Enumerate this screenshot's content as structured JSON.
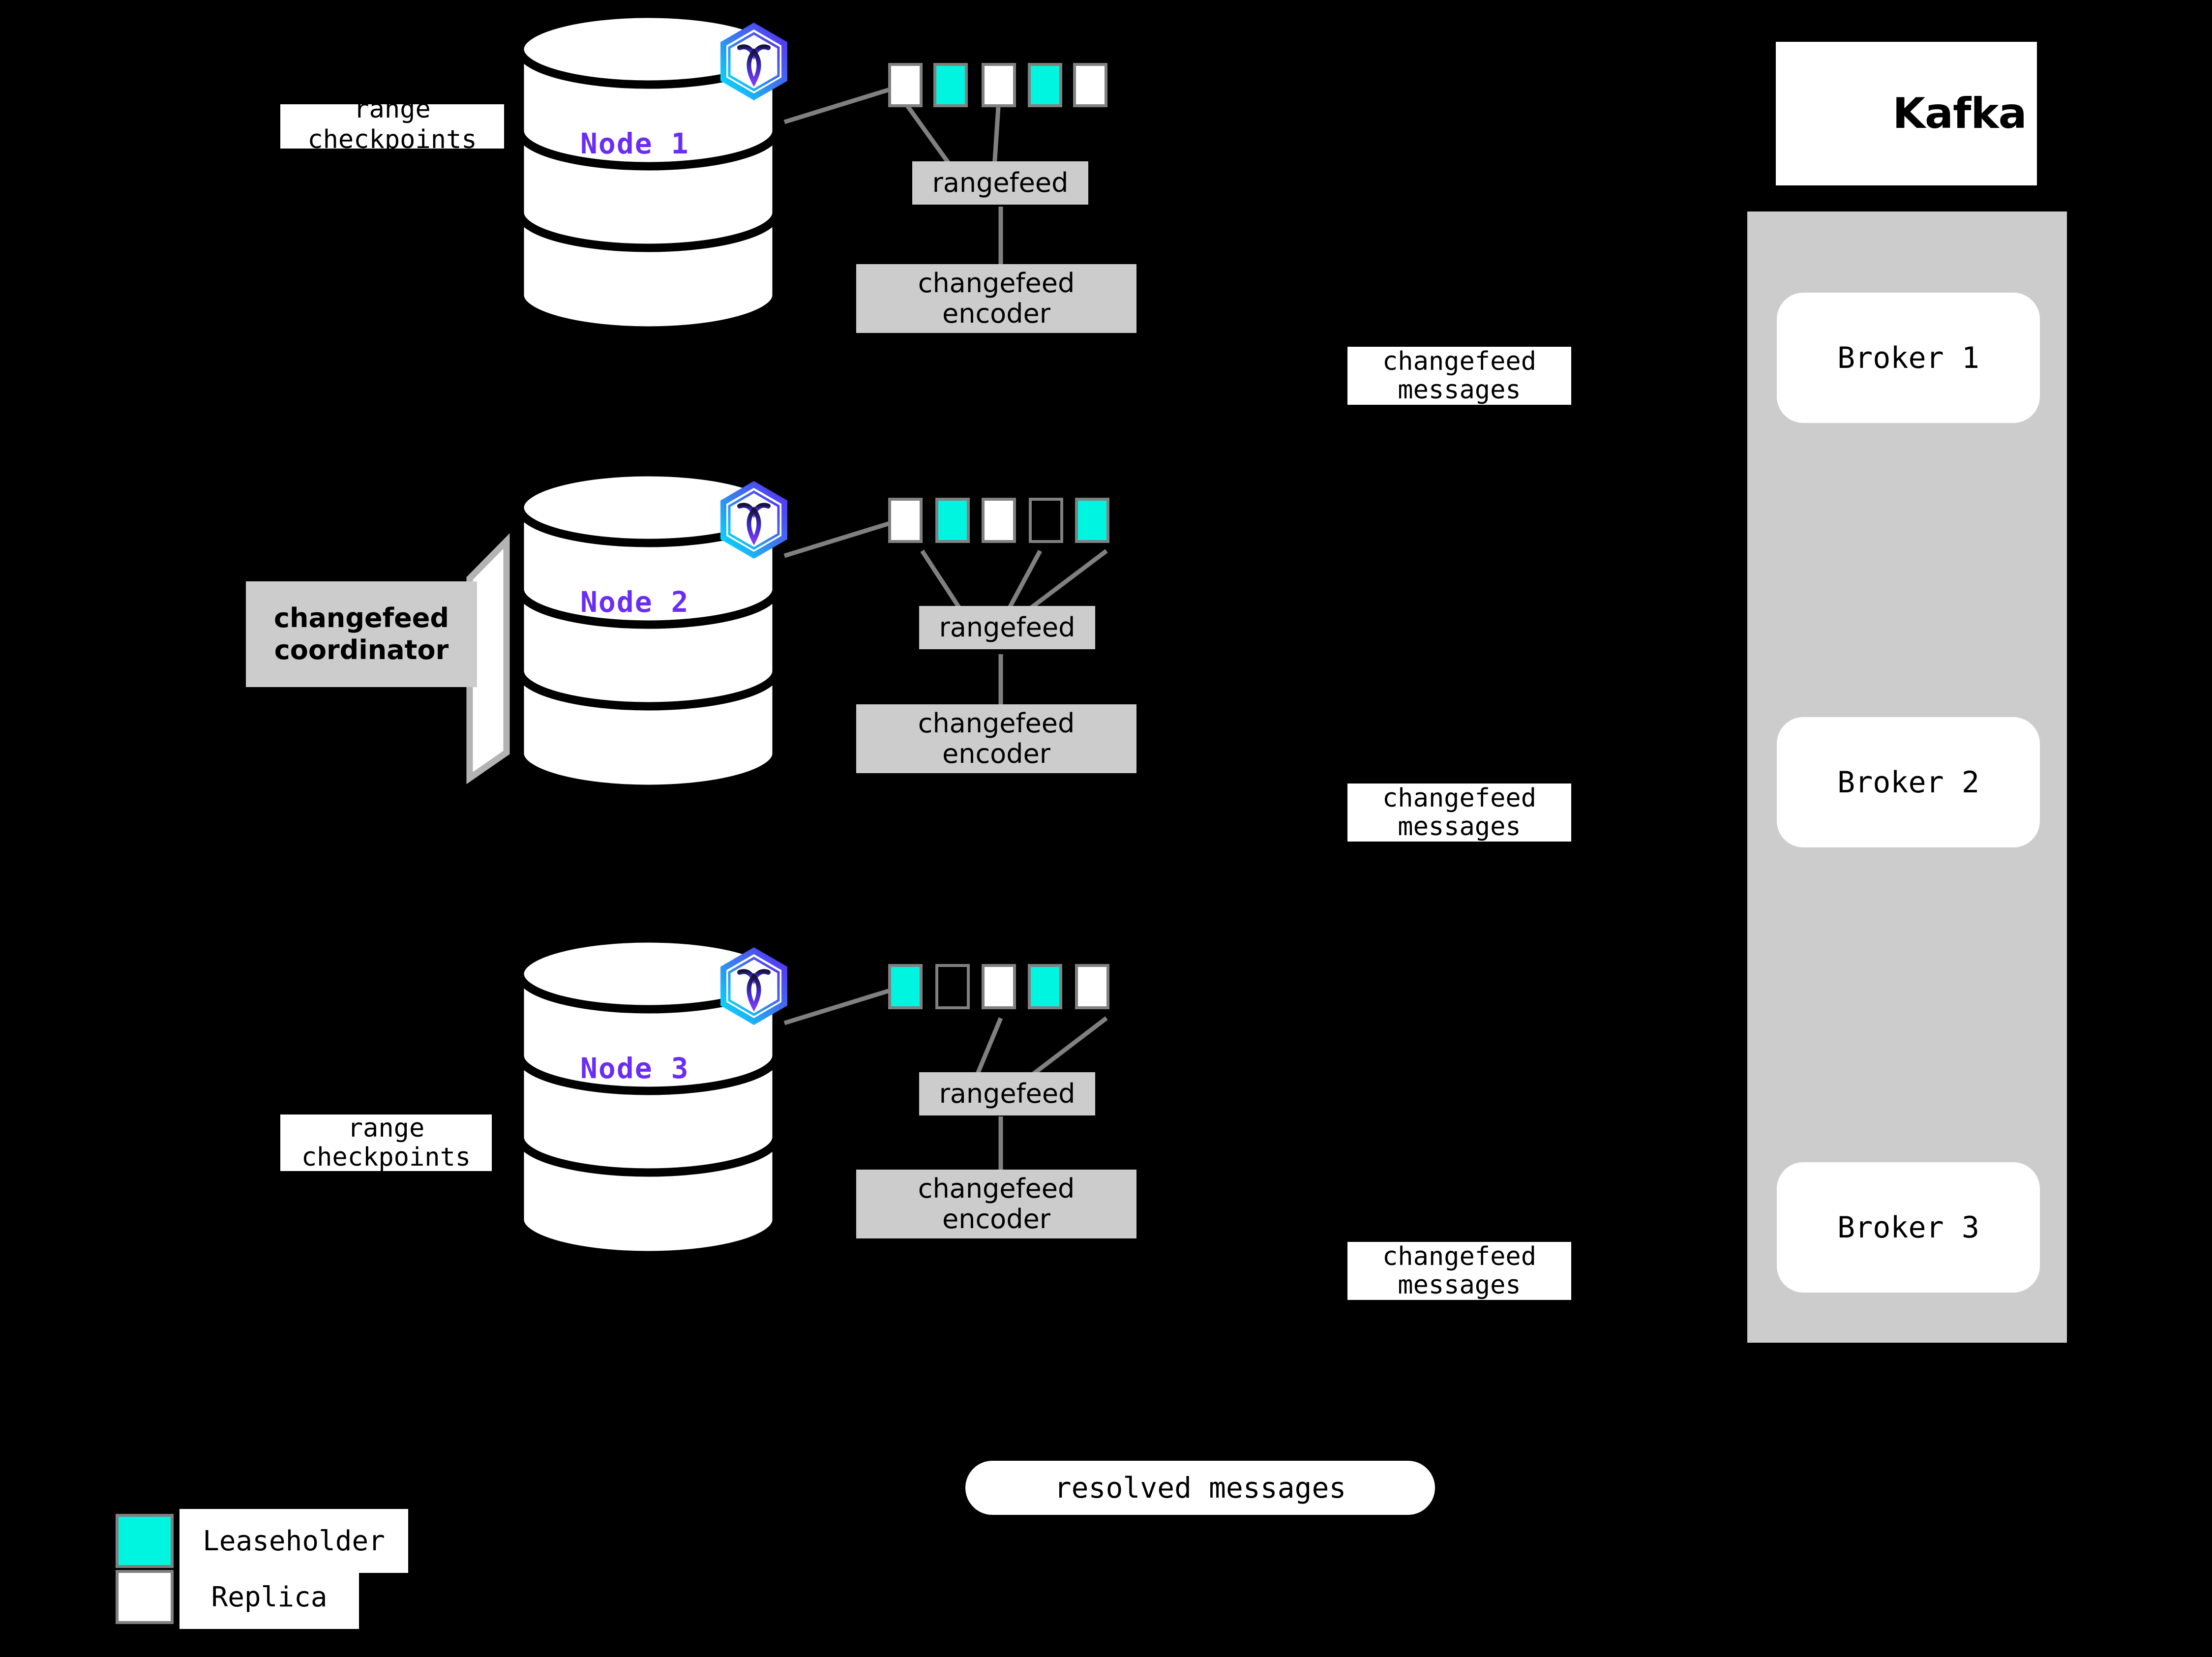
{
  "theme": {
    "background": "#000000",
    "leaseholder_color": "#00f5e0",
    "replica_color": "#ffffff",
    "range_border": "#808080",
    "process_box": "#cccccc",
    "node_label_color": "#6a2df5",
    "kafka_panel": "#cccccc",
    "connector": "#808080"
  },
  "nodes": [
    {
      "id": "node-1",
      "label": "Node 1",
      "logo_icon": "cockroachdb-hexagon-icon",
      "ranges": [
        "replica",
        "leaseholder",
        "replica",
        "leaseholder",
        "replica"
      ],
      "rangefeed_label": "rangefeed",
      "encoder_label": "changefeed\nencoder",
      "encoder_line1": "changefeed",
      "encoder_line2": "encoder",
      "side_label_line1": "range",
      "side_label_line2": "checkpoints",
      "messages_line1": "changefeed",
      "messages_line2": "messages"
    },
    {
      "id": "node-2",
      "label": "Node 2",
      "logo_icon": "cockroachdb-hexagon-icon",
      "ranges": [
        "replica",
        "leaseholder",
        "replica",
        "empty",
        "leaseholder"
      ],
      "rangefeed_label": "rangefeed",
      "encoder_line1": "changefeed",
      "encoder_line2": "encoder",
      "coordinator_line1": "changefeed",
      "coordinator_line2": "coordinator",
      "messages_line1": "changefeed",
      "messages_line2": "messages"
    },
    {
      "id": "node-3",
      "label": "Node 3",
      "logo_icon": "cockroachdb-hexagon-icon",
      "ranges": [
        "leaseholder",
        "empty",
        "replica",
        "leaseholder",
        "replica"
      ],
      "rangefeed_label": "rangefeed",
      "encoder_line1": "changefeed",
      "encoder_line2": "encoder",
      "side_label_line1": "range",
      "side_label_line2": "checkpoints",
      "messages_line1": "changefeed",
      "messages_line2": "messages"
    }
  ],
  "kafka": {
    "wordmark": "Kafka",
    "logo_icon": "kafka-logo-icon",
    "brokers": [
      "Broker 1",
      "Broker 2",
      "Broker 3"
    ]
  },
  "resolved": {
    "label": "resolved messages"
  },
  "legend": {
    "items": [
      {
        "swatch": "leaseholder",
        "label": "Leaseholder"
      },
      {
        "swatch": "replica",
        "label": "Replica"
      }
    ]
  }
}
